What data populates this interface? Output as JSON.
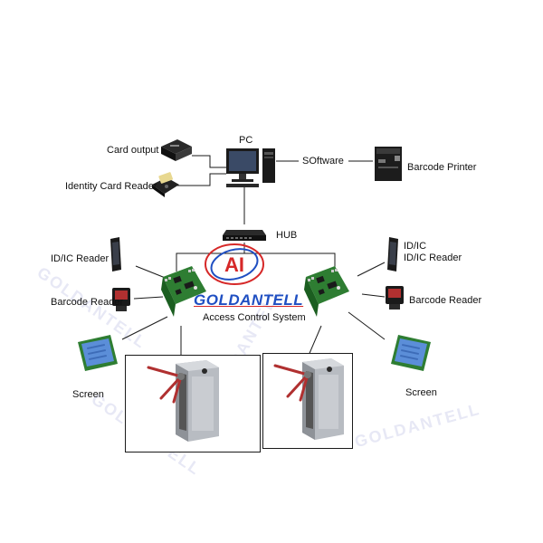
{
  "diagram": {
    "labels": {
      "card_output": "Card output",
      "identity_card_reader": "Identity Card Reader",
      "pc": "PC",
      "software": "SOftware",
      "barcode_printer": "Barcode Printer",
      "hub": "HUB",
      "left_id_ic_reader": "ID/IC Reader",
      "left_barcode_reader": "Barcode Reader",
      "right_id_ic": "ID/IC",
      "right_id_ic_reader": "ID/IC Reader",
      "right_barcode_reader": "Barcode Reader",
      "access_control_system": "Access Control System",
      "left_screen": "Screen",
      "right_screen": "Screen"
    },
    "logo_text": "GOLDANTELL",
    "logo_mark": "AI",
    "watermark_text": "GOLDANTELL"
  },
  "colors": {
    "line": "#1a1a1a",
    "board": "#2e7d32",
    "screen": "#5b8ed8",
    "logo_red": "#d62828",
    "logo_blue": "#1f4fc2",
    "turnstile_arm": "#b03030"
  }
}
